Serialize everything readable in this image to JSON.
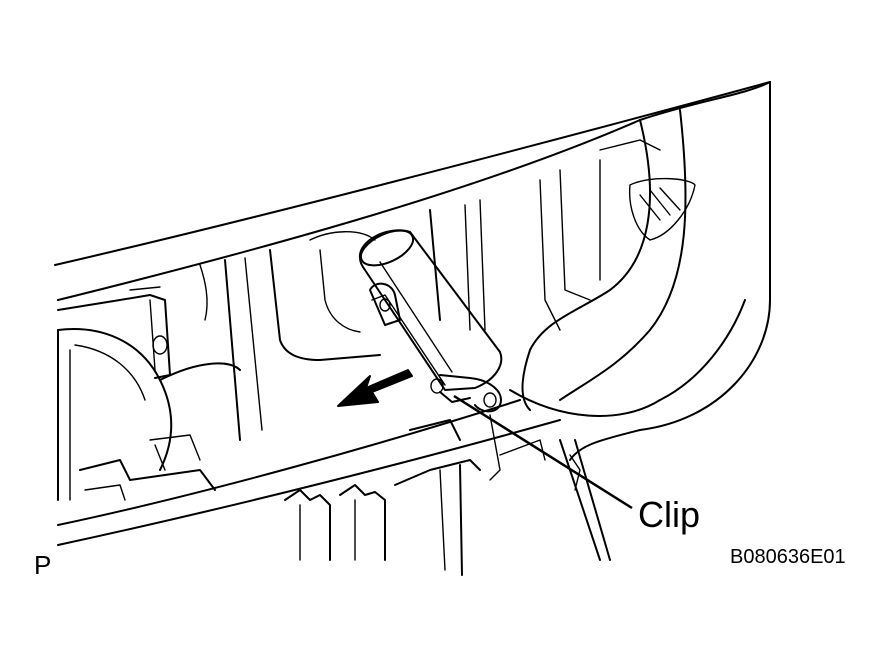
{
  "diagram": {
    "callout_label": "Clip",
    "view_code": "P",
    "figure_id": "B080636E01",
    "line_color": "#000000",
    "background_color": "#ffffff",
    "direction_arrow_icon": "removal-direction-arrow-icon"
  }
}
